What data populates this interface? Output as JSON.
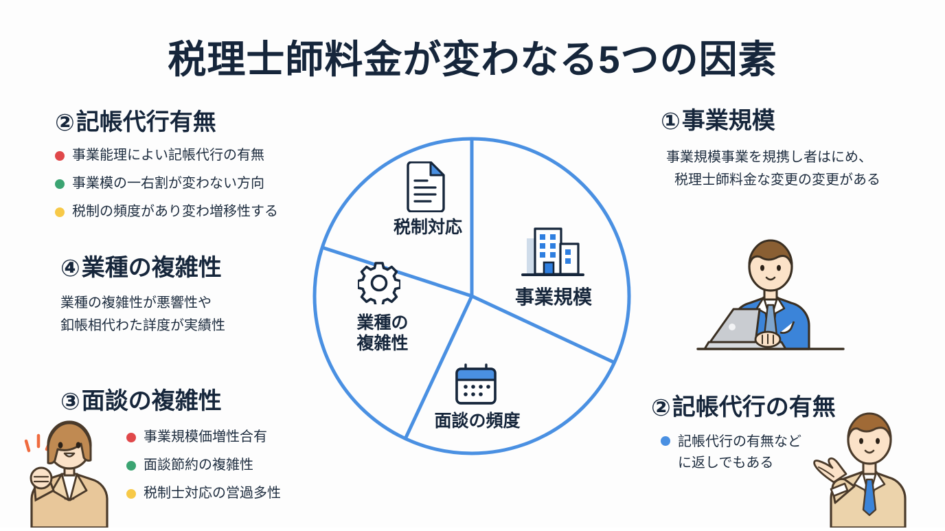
{
  "title": "税理士師料金が変わなる5つの因素",
  "colors": {
    "accent_blue": "#4a90e2",
    "ink": "#16263b",
    "bullet_red": "#e0484a",
    "bullet_green": "#3ba472",
    "bullet_yellow": "#f7c948",
    "bullet_blue": "#4a90e2",
    "background": "#fdfdfd"
  },
  "left_blocks": [
    {
      "number": "②",
      "heading": "記帳代行有無",
      "bullets": [
        {
          "color": "#e0484a",
          "text": "事業能理によい記帳代行の有無"
        },
        {
          "color": "#3ba472",
          "text": "事業模の一右割が変わない方向"
        },
        {
          "color": "#f7c948",
          "text": "税制の頻度があり変わ増移性する"
        }
      ]
    },
    {
      "number": "④",
      "heading": "業種の複雑性",
      "paragraph_lines": [
        "業種の複雑性が悪響性や",
        "釦帳相代わた詳度が実績性"
      ]
    },
    {
      "number": "③",
      "heading": "面談の複雑性",
      "bullets": [
        {
          "color": "#e0484a",
          "text": "事業規模価増性合有"
        },
        {
          "color": "#3ba472",
          "text": "面談節約の複雑性"
        },
        {
          "color": "#f7c948",
          "text": "税制士対応の営過多性"
        }
      ]
    }
  ],
  "right_blocks": [
    {
      "number": "①",
      "heading": "事業規模",
      "paragraph_lines": [
        "事業規模事業を規携し者はにめ、",
        "税理士師料金な変更の変更がある"
      ]
    },
    {
      "number": "②",
      "heading": "記帳代行の有無",
      "bullets": [
        {
          "color": "#4a90e2",
          "lines": [
            "記帳代行の有無など",
            "に返しでもある"
          ]
        }
      ]
    }
  ],
  "pie": {
    "segments": [
      {
        "id": "business-scale",
        "label": "事業規模",
        "icon": "building-icon",
        "start_deg": 0,
        "end_deg": 115
      },
      {
        "id": "meeting-frequency",
        "label": "面談の頻度",
        "icon": "calendar-icon",
        "start_deg": 115,
        "end_deg": 205
      },
      {
        "id": "industry-complexity",
        "label": "業種の\n複雑性",
        "label_line1": "業種の",
        "label_line2": "複雑性",
        "icon": "gear-icon",
        "start_deg": 205,
        "end_deg": 288
      },
      {
        "id": "tax-response",
        "label": "税制対応",
        "icon": "document-icon",
        "start_deg": 288,
        "end_deg": 360
      }
    ],
    "stroke_color": "#4a90e2"
  },
  "illustrations": [
    {
      "id": "woman-cheering",
      "description": "ベージュのジャケットの女性"
    },
    {
      "id": "man-with-laptop",
      "description": "ノートパソコンを使う青いスーツの男性"
    },
    {
      "id": "man-presenting",
      "description": "手を差し出すベージュスーツの男性"
    }
  ]
}
